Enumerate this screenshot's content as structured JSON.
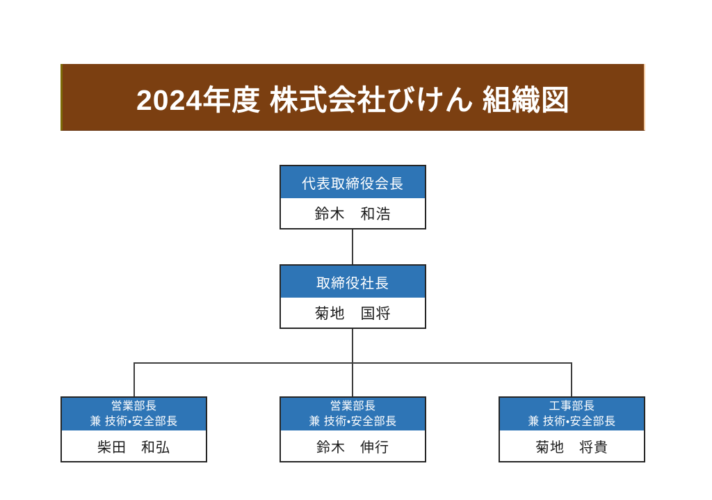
{
  "title": {
    "text": "2024年度 株式会社びけん 組織図"
  },
  "colors": {
    "banner_brown": "#7B3F11",
    "header_blue": "#2E75B6",
    "box_border": "#262626",
    "connector_line": "#3d3d3d",
    "title_text": "#FFFFFF",
    "name_text": "#1a1a1a"
  },
  "org": {
    "chairman": {
      "role": "代表取締役会長",
      "name": "鈴木　和浩"
    },
    "president": {
      "role": "取締役社長",
      "name": "菊地　国将"
    },
    "departments": [
      {
        "role_line1": "営業部長",
        "role_line2": "兼 技術・安全部長",
        "name": "柴田　和弘"
      },
      {
        "role_line1": "営業部長",
        "role_line2": "兼 技術・安全部長",
        "name": "鈴木　伸行"
      },
      {
        "role_line1": "工事部長",
        "role_line2": "兼 技術・安全部長",
        "name": "菊地　将貴"
      }
    ]
  }
}
